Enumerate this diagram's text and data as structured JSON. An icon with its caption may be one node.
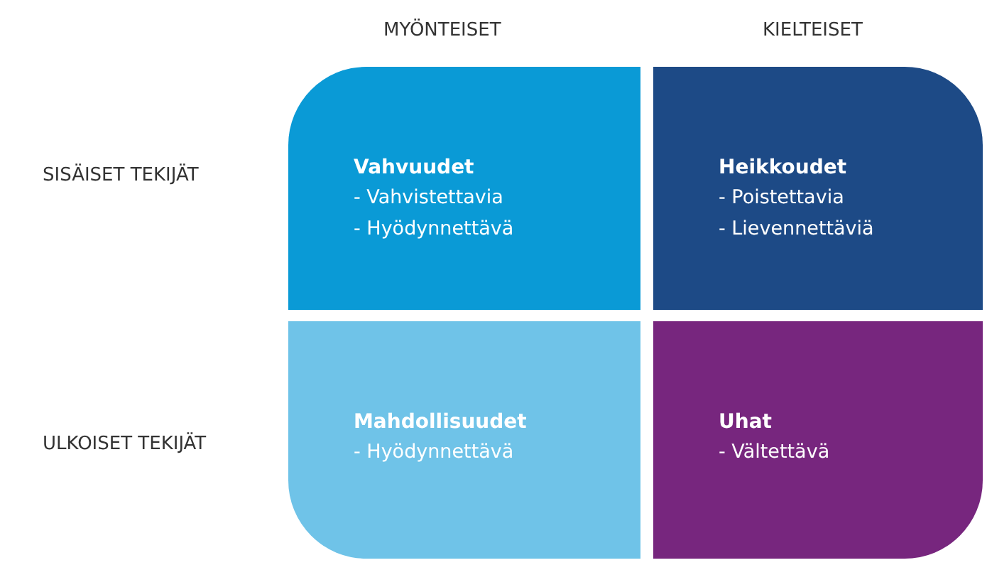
{
  "diagram": {
    "nodes": [
      {
        "text": [
          "Vahvuudet",
          "- Vahvistettavia",
          "- Hyödynnettävä"
        ]
      },
      {
        "text": [
          "Heikkoudet",
          "- Poistettavia",
          "- Lievennettäviä"
        ]
      },
      {
        "text": [
          "Mahdollisuudet",
          "- Hyödynnettävä"
        ]
      },
      {
        "text": [
          "Uhat",
          "- Vältettävä"
        ]
      }
    ],
    "labels": [
      "MYÖNTEISET",
      "KIELTEISET",
      "SISÄISET TEKIJÄT",
      "ULKOISET TEKIJÄT"
    ]
  }
}
